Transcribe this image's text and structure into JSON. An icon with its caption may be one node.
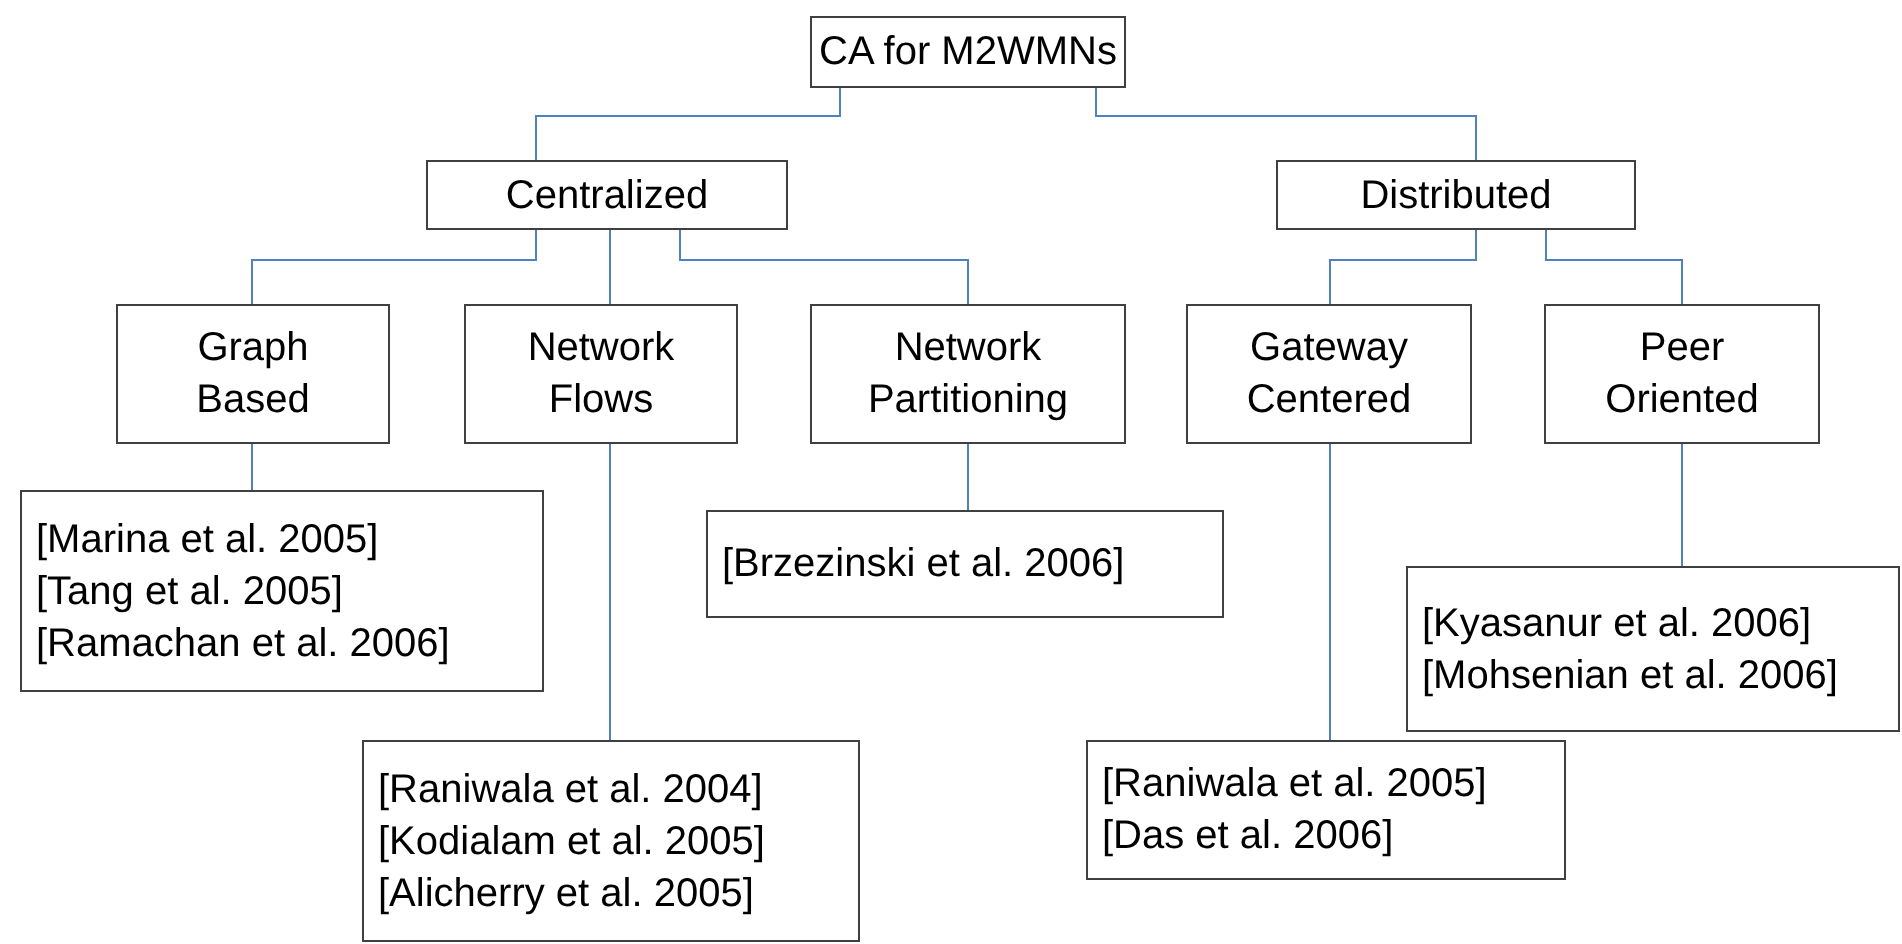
{
  "diagram": {
    "nodes": [
      {
        "text": [
          "CA for M2WMNs"
        ]
      },
      {
        "text": [
          "Centralized"
        ]
      },
      {
        "text": [
          "Distributed"
        ]
      },
      {
        "text": [
          "Graph Based"
        ]
      },
      {
        "text": [
          "Network Flows"
        ]
      },
      {
        "text": [
          "Network Partitioning"
        ]
      },
      {
        "text": [
          "Gateway Centered"
        ]
      },
      {
        "text": [
          "Peer Oriented"
        ]
      },
      {
        "text": [
          "[Marina et al. 2005]",
          "[Tang et al. 2005]",
          "[Ramachan et al. 2006]"
        ]
      },
      {
        "text": [
          "[Brzezinski et al. 2006]"
        ]
      },
      {
        "text": [
          "[Kyasanur et al. 2006]",
          "[Mohsenian et al. 2006]"
        ]
      },
      {
        "text": [
          "[Raniwala et al. 2004]",
          "[Kodialam et al. 2005]",
          "[Alicherry et al. 2005]"
        ]
      },
      {
        "text": [
          "[Raniwala et al. 2005]",
          "[Das et al. 2006]"
        ]
      }
    ],
    "edges": [
      {
        "from": 0,
        "to": 1,
        "arrow": "none"
      },
      {
        "from": 0,
        "to": 2,
        "arrow": "none"
      },
      {
        "from": 1,
        "to": 3,
        "arrow": "none"
      },
      {
        "from": 1,
        "to": 4,
        "arrow": "none"
      },
      {
        "from": 1,
        "to": 5,
        "arrow": "none"
      },
      {
        "from": 2,
        "to": 6,
        "arrow": "none"
      },
      {
        "from": 2,
        "to": 7,
        "arrow": "none"
      },
      {
        "from": 3,
        "to": 8,
        "arrow": "none"
      },
      {
        "from": 4,
        "to": 11,
        "arrow": "none"
      },
      {
        "from": 5,
        "to": 9,
        "arrow": "none"
      },
      {
        "from": 6,
        "to": 12,
        "arrow": "none"
      },
      {
        "from": 7,
        "to": 10,
        "arrow": "none"
      }
    ]
  }
}
